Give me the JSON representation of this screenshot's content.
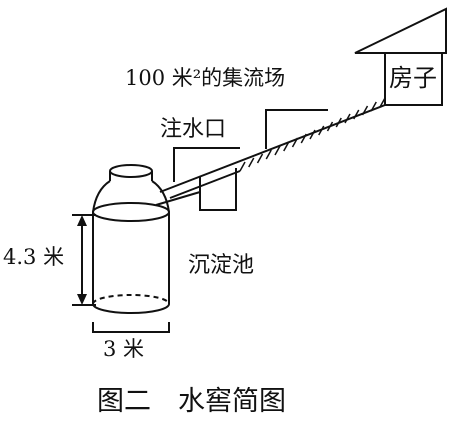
{
  "labels": {
    "house": "房子",
    "catchment": "100 米²的集流场",
    "inlet": "注水口",
    "settling_pond": "沉淀池",
    "height": "4.3 米",
    "width": "3 米"
  },
  "caption": "图二　水窖简图"
}
